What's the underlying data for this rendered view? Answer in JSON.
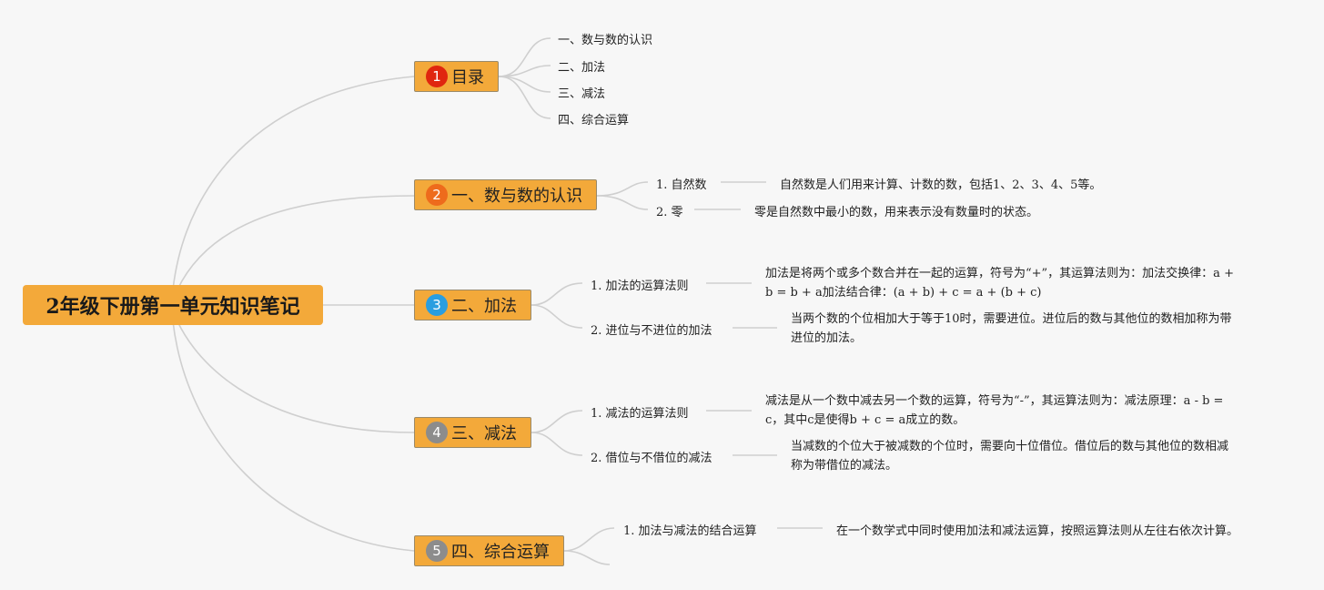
{
  "root": {
    "title": "2年级下册第一单元知识笔记"
  },
  "branches": [
    {
      "num": "1",
      "label": "目录",
      "color": "#e0260f"
    },
    {
      "num": "2",
      "label": "一、数与数的认识",
      "color": "#ee6b1c"
    },
    {
      "num": "3",
      "label": "二、加法",
      "color": "#2a9ee0"
    },
    {
      "num": "4",
      "label": "三、减法",
      "color": "#8c8c8c"
    },
    {
      "num": "5",
      "label": "四、综合运算",
      "color": "#8c8c8c"
    }
  ],
  "toc": [
    "一、数与数的认识",
    "二、加法",
    "三、减法",
    "四、综合运算"
  ],
  "topics": [
    {
      "label": "1. 自然数",
      "desc": "自然数是人们用来计算、计数的数，包括1、2、3、4、5等。"
    },
    {
      "label": "2. 零",
      "desc": "零是自然数中最小的数，用来表示没有数量时的状态。"
    },
    {
      "label": "1. 加法的运算法则",
      "desc": "加法是将两个或多个数合并在一起的运算，符号为“+”，其运算法则为：加法交换律：a + b = b + a加法结合律：(a + b) + c = a + (b + c)"
    },
    {
      "label": "2. 进位与不进位的加法",
      "desc": "当两个数的个位相加大于等于10时，需要进位。进位后的数与其他位的数相加称为带进位的加法。"
    },
    {
      "label": "1. 减法的运算法则",
      "desc": "减法是从一个数中减去另一个数的运算，符号为“-”，其运算法则为：减法原理：a - b = c，其中c是使得b + c = a成立的数。"
    },
    {
      "label": "2. 借位与不借位的减法",
      "desc": "当减数的个位大于被减数的个位时，需要向十位借位。借位后的数与其他位的数相减称为带借位的减法。"
    },
    {
      "label": "1. 加法与减法的结合运算",
      "desc": "在一个数学式中同时使用加法和减法运算，按照运算法则从左往右依次计算。"
    }
  ]
}
